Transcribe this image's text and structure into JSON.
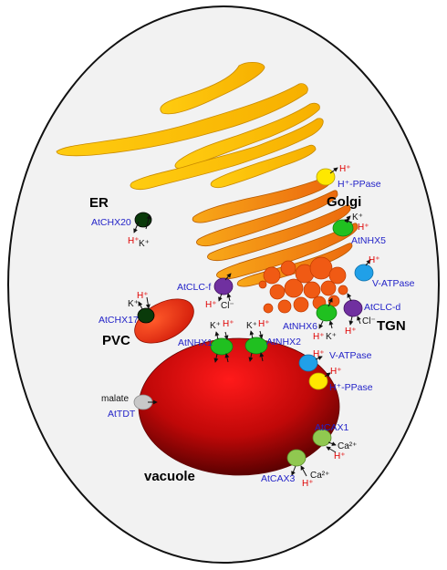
{
  "organelles": {
    "er": "ER",
    "golgi": "Golgi",
    "tgn": "TGN",
    "pvc": "PVC",
    "vacuole": "vacuole"
  },
  "transporters": {
    "atchx20": "AtCHX20",
    "hppase_golgi": "H⁺-PPase",
    "atnhx5": "AtNHX5",
    "atclc_f": "AtCLC-f",
    "vatpase_tgn": "V-ATPase",
    "atclc_d": "AtCLC-d",
    "atnhx6": "AtNHX6",
    "atchx17": "AtCHX17",
    "atnhx1": "AtNHX1",
    "atnhx2": "AtNHX2",
    "vatpase_vac": "V-ATPase",
    "hppase_vac": "H⁺-PPase",
    "attdt": "AtTDT",
    "atcax1": "AtCAX1",
    "atcax3": "AtCAX3"
  },
  "ions": {
    "h": "H⁺",
    "k": "K⁺",
    "cl": "Cl⁻",
    "ca": "Ca²⁺",
    "malate": "malate"
  },
  "colors": {
    "cell_fill": "#f2f2f2",
    "er_fill": "#f7b800",
    "golgi_fill": "#f08a10",
    "tgn_fill": "#f05a10",
    "vacuole_center": "#d81010",
    "vacuole_edge": "#5a0000",
    "pvc_fill": "#e83010",
    "label_blue": "#2323c8",
    "ion_red": "#e00000",
    "green_transporter": "#20c020",
    "dark_green_transporter": "#0a3a0a",
    "yellow_transporter": "#ffe800",
    "blue_transporter": "#20a0e8",
    "purple_transporter": "#7030a0",
    "lightgreen_transporter": "#90c850",
    "grey_transporter": "#c8c8c8"
  }
}
